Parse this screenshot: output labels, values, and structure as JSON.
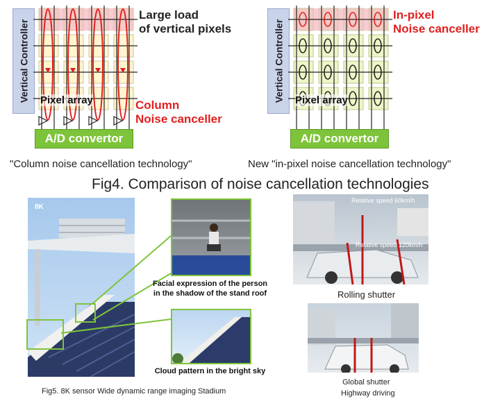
{
  "left_diagram": {
    "vertical_controller": "Vertical Controller",
    "pixel_array": "Pixel array",
    "adc": "A/D convertor",
    "load_label_line1": "Large load",
    "load_label_line2": "of vertical pixels",
    "cancel_label_line1": "Column",
    "cancel_label_line2": "Noise canceller",
    "caption": "\"Column noise cancellation technology\""
  },
  "right_diagram": {
    "vertical_controller": "Vertical Controller",
    "pixel_array": "Pixel array",
    "adc": "A/D convertor",
    "cancel_label_line1": "In-pixel",
    "cancel_label_line2": "Noise canceller",
    "caption": "New \"in-pixel noise cancellation technology\""
  },
  "fig4_title": "Fig4. Comparison of noise cancellation technologies",
  "stadium": {
    "badge": "8K",
    "caption1_line1": "Facial expression of the person",
    "caption1_line2": "in the shadow of the stand roof",
    "caption2": "Cloud pattern in the bright sky"
  },
  "fig5_caption": "Fig5. 8K sensor   Wide dynamic range imaging   Stadium",
  "highway": {
    "speed1": "Relative speed 60km/h",
    "speed2": "Relative speed 120km/h",
    "rolling_caption": "Rolling shutter",
    "global_caption": "Global shutter",
    "driving_caption": "Highway driving"
  },
  "colors": {
    "red": "#e02020",
    "green": "#7ec43a",
    "controller_blue": "#c9d3ea"
  }
}
